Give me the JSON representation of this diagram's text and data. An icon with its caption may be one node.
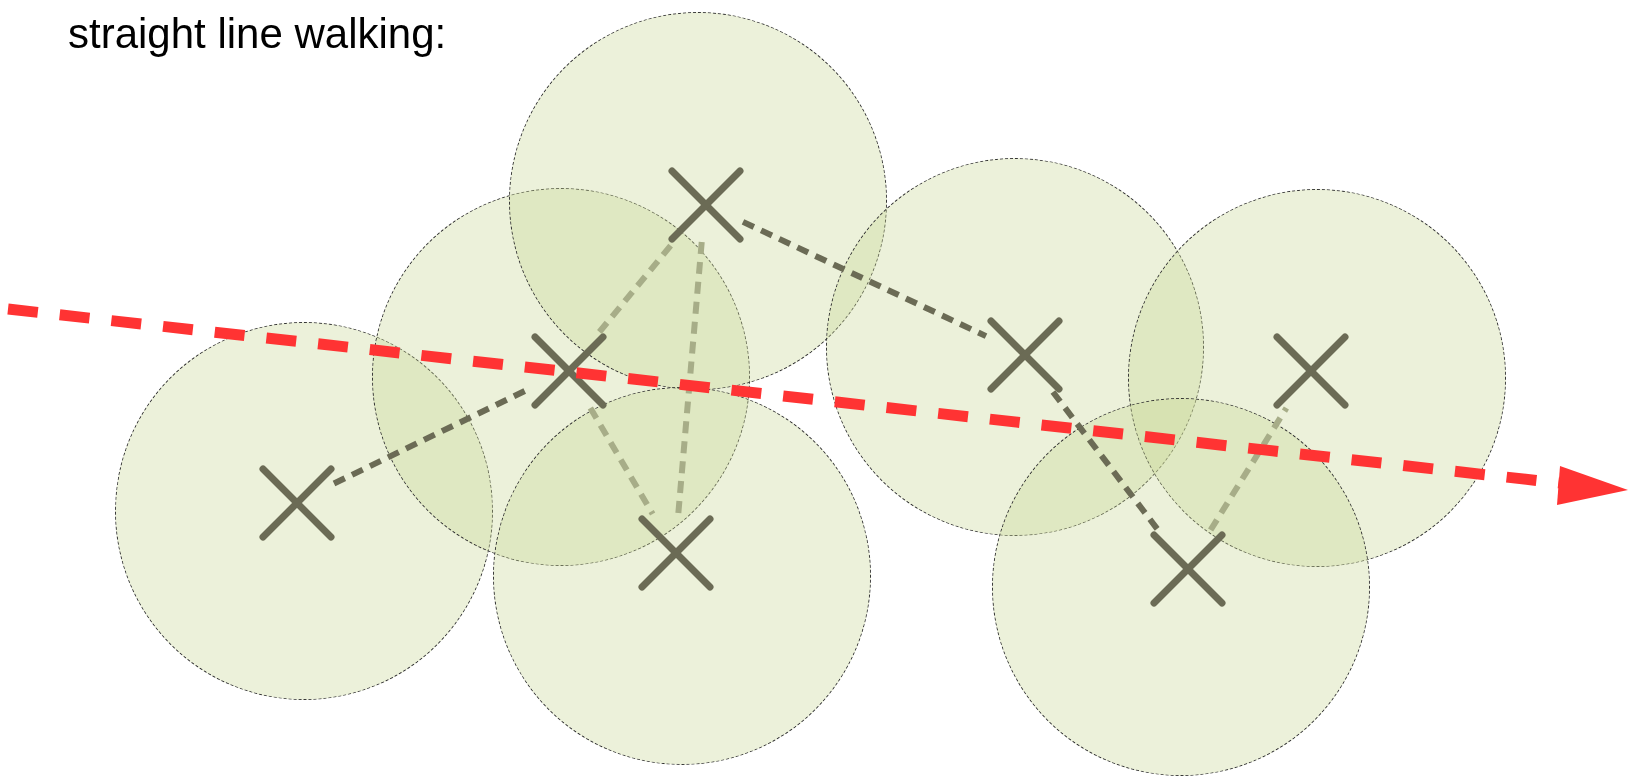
{
  "diagram": {
    "title": "straight line walking:",
    "nodes": [
      {
        "text": [],
        "shape": "circle"
      },
      {
        "text": [],
        "shape": "circle"
      },
      {
        "text": [],
        "shape": "circle"
      },
      {
        "text": [],
        "shape": "circle"
      },
      {
        "text": [],
        "shape": "circle"
      },
      {
        "text": [],
        "shape": "circle"
      },
      {
        "text": [],
        "shape": "circle"
      },
      {
        "text": [],
        "shape": "cross",
        "in": 0
      },
      {
        "text": [],
        "shape": "cross",
        "in": 1
      },
      {
        "text": [],
        "shape": "cross",
        "in": 2
      },
      {
        "text": [],
        "shape": "cross",
        "in": 3
      },
      {
        "text": [],
        "shape": "cross",
        "in": 4
      },
      {
        "text": [],
        "shape": "cross",
        "in": 5
      },
      {
        "text": [],
        "shape": "cross",
        "in": 6
      }
    ],
    "edges": [
      {
        "from": 7,
        "to": 8,
        "arrow": "none",
        "style": "dashed",
        "color": "#6b6b55"
      },
      {
        "from": 8,
        "to": 9,
        "arrow": "none",
        "style": "dashed"
      },
      {
        "from": 9,
        "to": 10,
        "arrow": "none",
        "style": "dashed"
      },
      {
        "from": 8,
        "to": 10,
        "arrow": "none",
        "style": "dashed"
      },
      {
        "from": 9,
        "to": 11,
        "arrow": "none",
        "style": "dashed",
        "color": "#6b6b55"
      },
      {
        "from": 11,
        "to": 13,
        "arrow": "none",
        "style": "dashed",
        "color": "#6b6b55"
      },
      {
        "from": 13,
        "to": 12,
        "arrow": "none",
        "style": "dashed"
      }
    ]
  }
}
